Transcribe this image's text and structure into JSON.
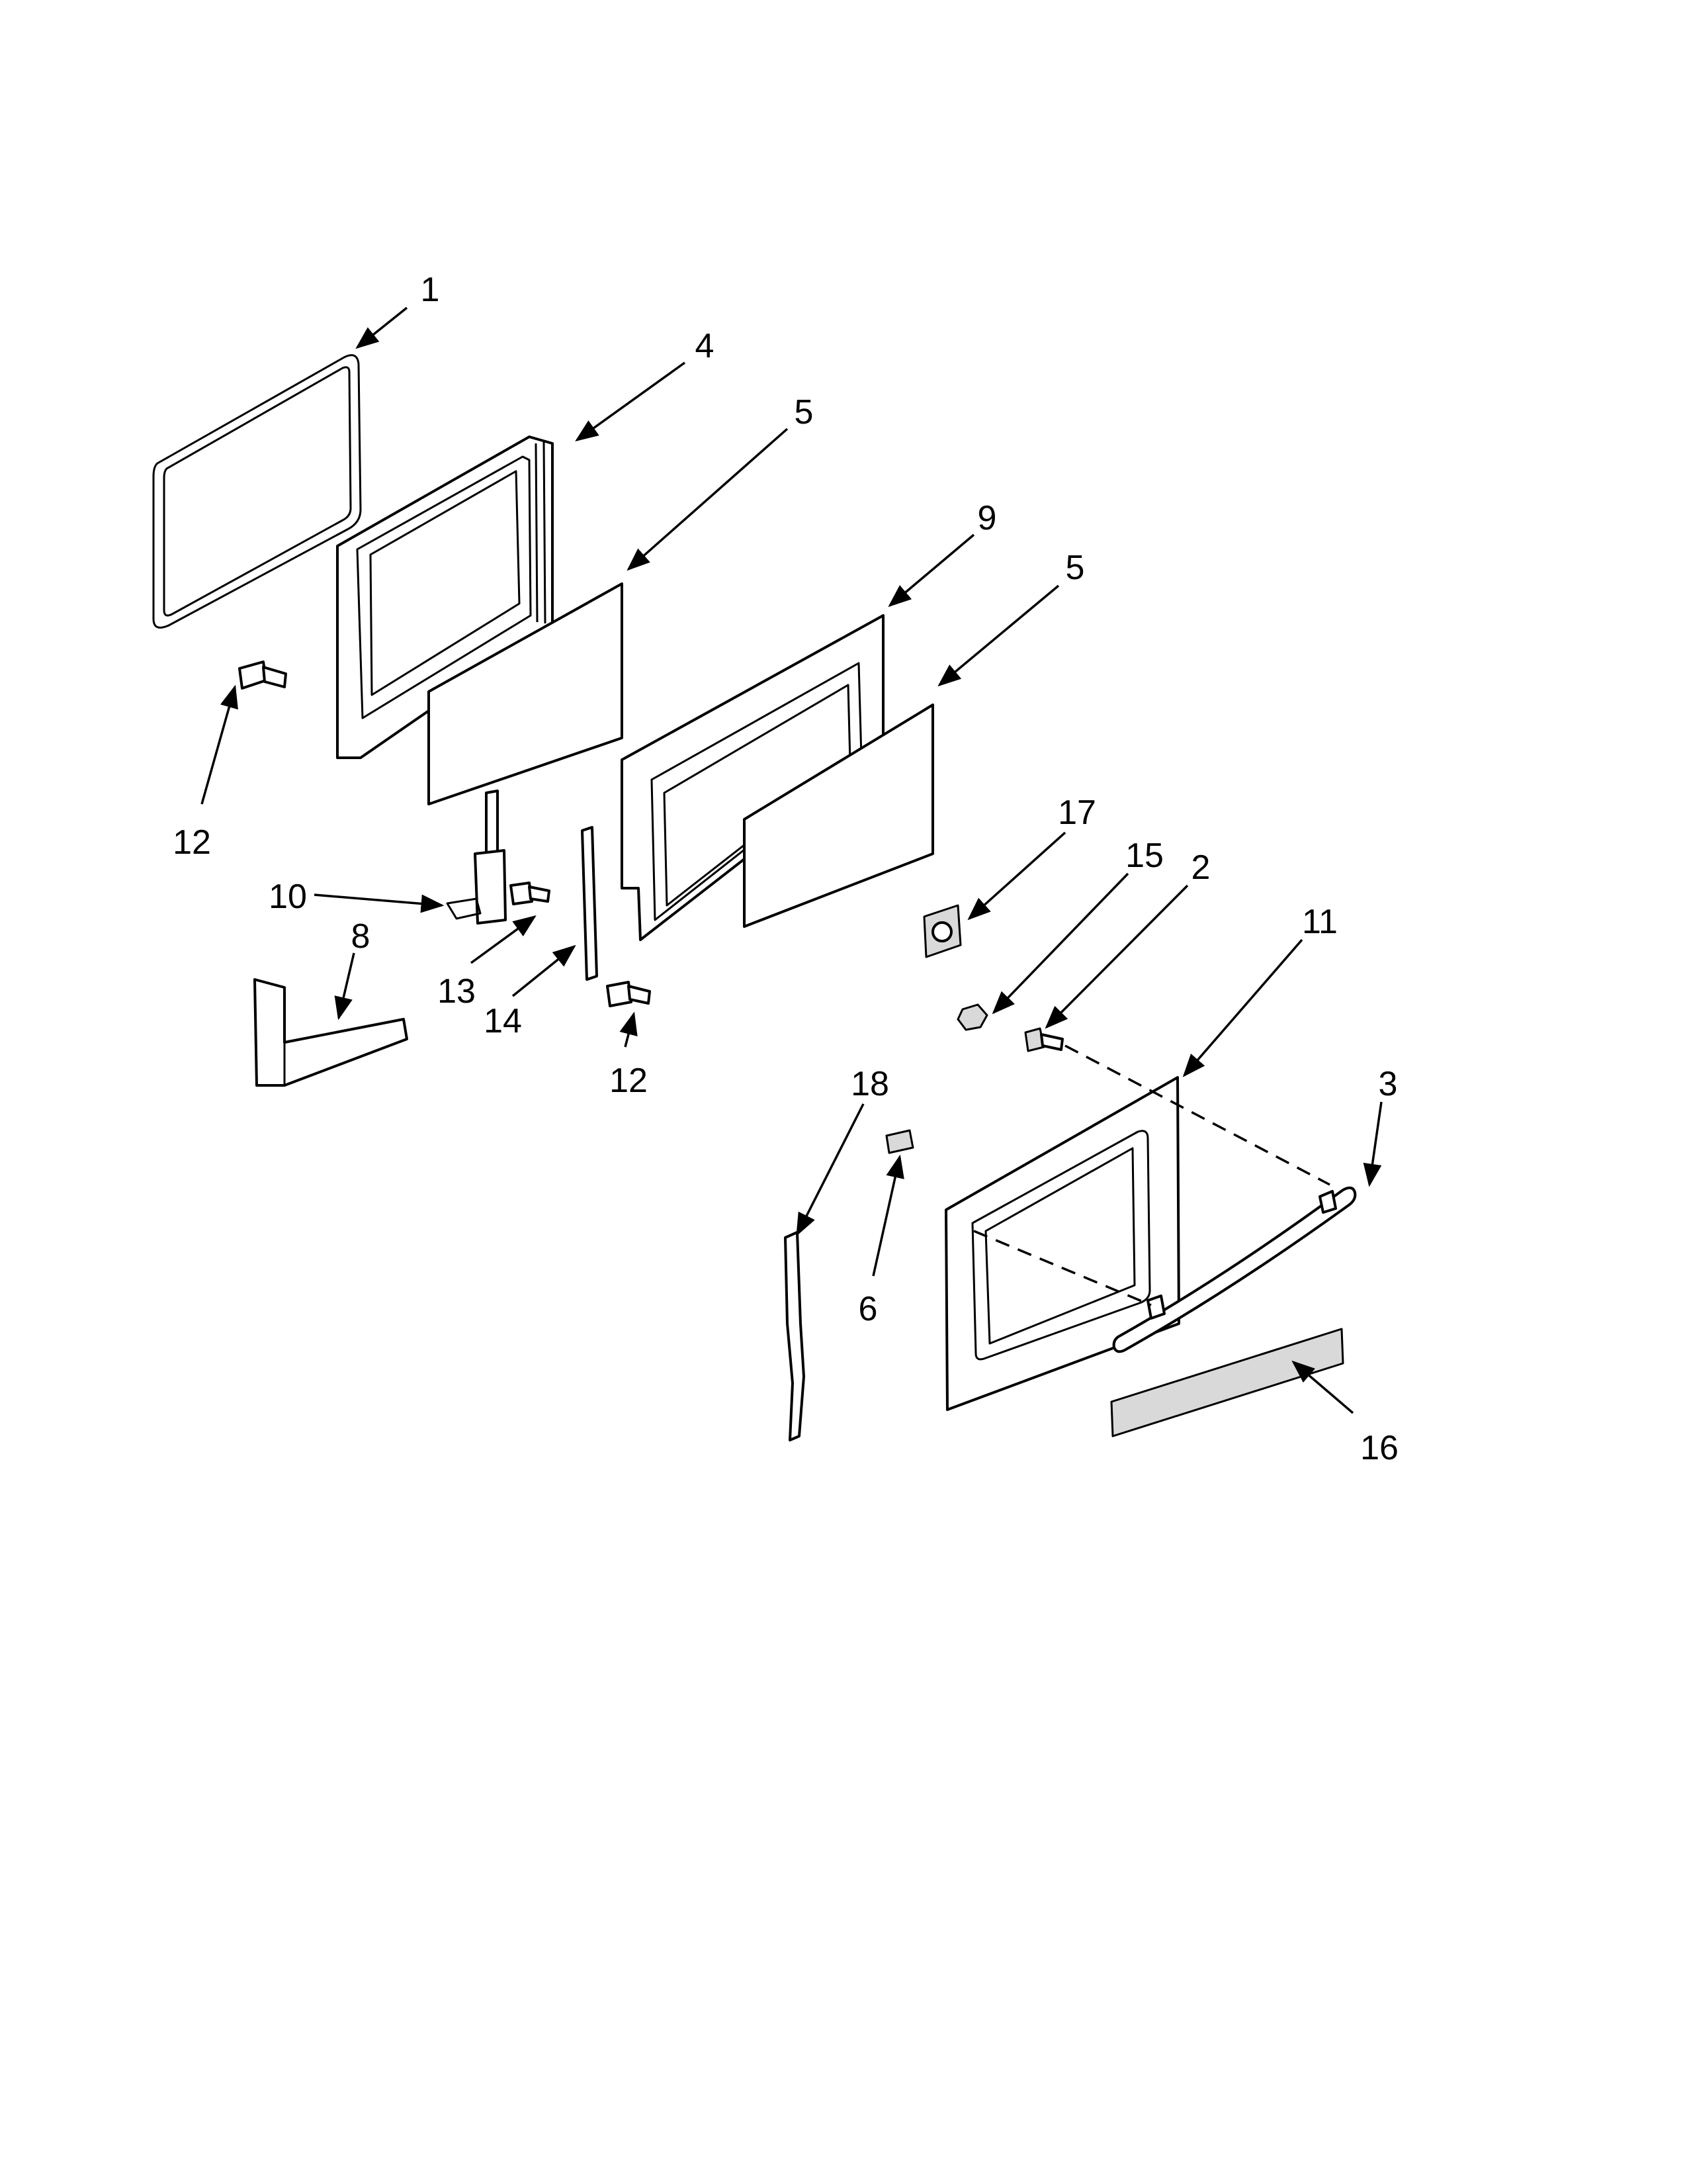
{
  "diagram": {
    "callouts": [
      {
        "id": "c1",
        "text": "1"
      },
      {
        "id": "c4",
        "text": "4"
      },
      {
        "id": "c5a",
        "text": "5"
      },
      {
        "id": "c9",
        "text": "9"
      },
      {
        "id": "c5b",
        "text": "5"
      },
      {
        "id": "c12a",
        "text": "12"
      },
      {
        "id": "c10",
        "text": "10"
      },
      {
        "id": "c8",
        "text": "8"
      },
      {
        "id": "c13",
        "text": "13"
      },
      {
        "id": "c14",
        "text": "14"
      },
      {
        "id": "c12b",
        "text": "12"
      },
      {
        "id": "c17",
        "text": "17"
      },
      {
        "id": "c15",
        "text": "15"
      },
      {
        "id": "c2",
        "text": "2"
      },
      {
        "id": "c11",
        "text": "11"
      },
      {
        "id": "c3",
        "text": "3"
      },
      {
        "id": "c18",
        "text": "18"
      },
      {
        "id": "c6",
        "text": "6"
      },
      {
        "id": "c16",
        "text": "16"
      }
    ]
  }
}
